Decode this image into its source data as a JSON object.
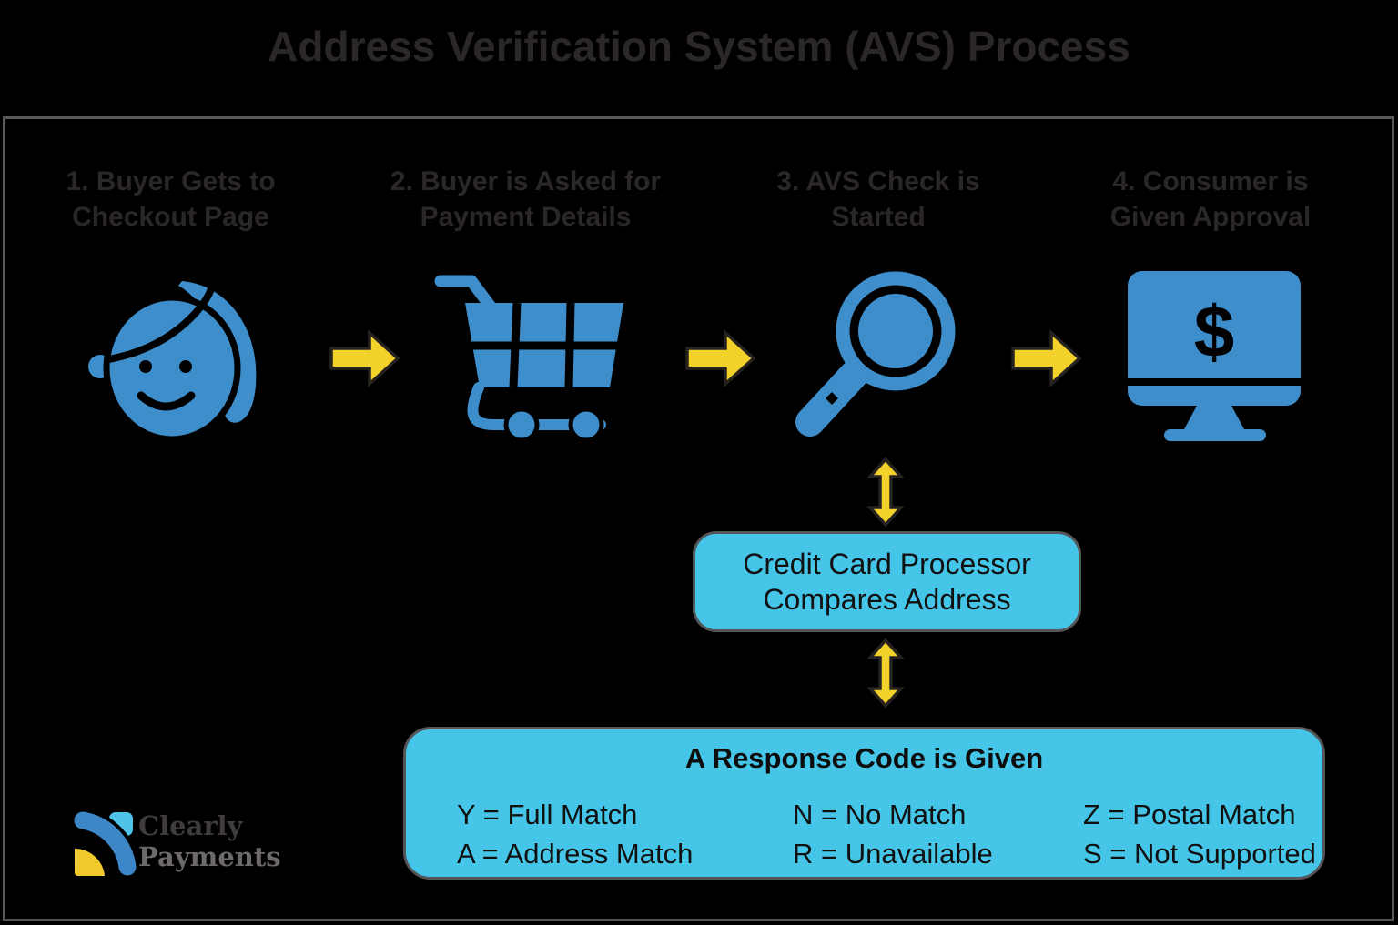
{
  "title": "Address Verification System (AVS) Process",
  "steps": [
    {
      "line1": "1. Buyer Gets to",
      "line2": "Checkout Page"
    },
    {
      "line1": "2. Buyer is Asked for",
      "line2": "Payment Details"
    },
    {
      "line1": "3. AVS Check is",
      "line2": "Started"
    },
    {
      "line1": "4. Consumer is",
      "line2": "Given Approval"
    }
  ],
  "processor_box": {
    "line1": "Credit Card Processor",
    "line2": "Compares Address"
  },
  "response_box": {
    "title": "A Response Code is Given",
    "columns": [
      [
        "Y = Full Match",
        "A = Address Match"
      ],
      [
        "N = No Match",
        "R = Unavailable"
      ],
      [
        "Z = Postal Match",
        "S = Not Supported"
      ]
    ]
  },
  "logo": {
    "line1": "Clearly",
    "line2": "Payments"
  },
  "colors": {
    "icon-blue": "#3e8ecc",
    "logo-blue": "#3d87c8",
    "logo-cyan": "#4fc3e8",
    "logo-yellow": "#f0ca2d",
    "arrow-yellow": "#f2d12b",
    "arrow-outline": "#26221f",
    "box-cyan": "#45c6e8",
    "box-border": "#55565a",
    "frame-border": "#58595b",
    "text-dark": "#2b2729",
    "background": "#000000"
  }
}
